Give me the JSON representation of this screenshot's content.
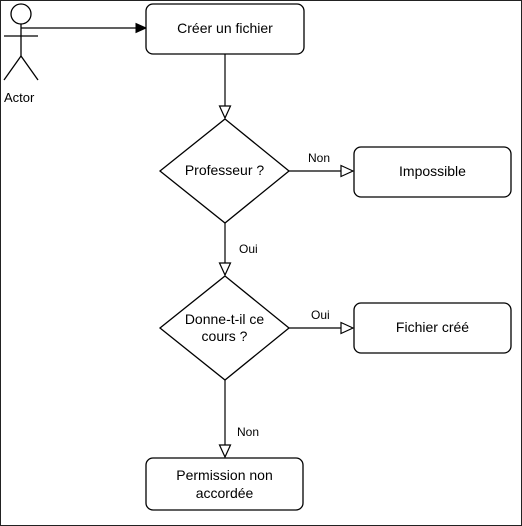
{
  "actor": {
    "label": "Actor"
  },
  "nodes": {
    "create_file": "Créer un fichier",
    "is_teacher": "Professeur ?",
    "impossible": "Impossible",
    "teaches_course_line1": "Donne-t-il ce",
    "teaches_course_line2": "cours ?",
    "file_created": "Fichier créé",
    "permission_denied_line1": "Permission non",
    "permission_denied_line2": "accordée"
  },
  "edges": {
    "teacher_no": "Non",
    "teacher_yes": "Oui",
    "course_yes": "Oui",
    "course_no": "Non"
  },
  "colors": {
    "stroke": "#000000",
    "fill": "#ffffff",
    "frame": "#222222"
  }
}
